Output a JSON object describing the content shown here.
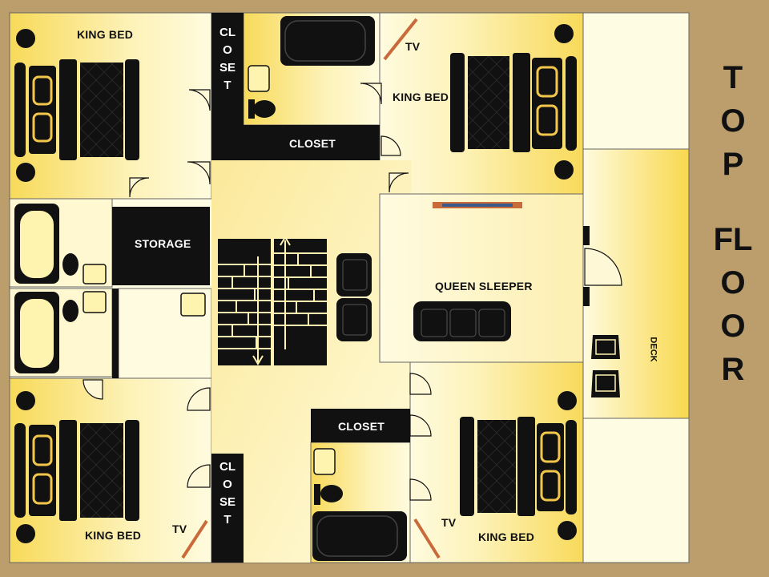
{
  "title": {
    "line1": "TOP",
    "line2": "FLOOR"
  },
  "rooms": {
    "bed_nw": {
      "label": "KING BED"
    },
    "bed_ne": {
      "label": "KING BED",
      "tv": "TV"
    },
    "bed_sw": {
      "label": "KING BED",
      "tv": "TV"
    },
    "bed_se": {
      "label": "KING BED",
      "tv": "TV"
    },
    "storage": {
      "label": "STORAGE"
    },
    "closet_top_h": {
      "label": "CLOSET"
    },
    "closet_top_v": {
      "label": "CLOSET"
    },
    "closet_bottom_v": {
      "label": "CLOSET"
    },
    "closet_mid": {
      "label": "CLOSET"
    },
    "living": {
      "label": "QUEEN SLEEPER"
    },
    "deck": {
      "label": "DECK"
    }
  },
  "colors": {
    "background": "#BB9E6C",
    "room_light": "#FFFBD6",
    "room_dark": "#F8DA5A",
    "furniture": "#111111",
    "trim": "#F2C64A"
  }
}
